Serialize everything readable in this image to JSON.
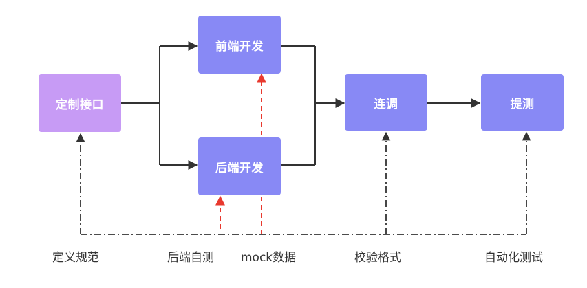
{
  "diagram": {
    "nodes": {
      "define_interface": "定制接口",
      "frontend_dev": "前端开发",
      "backend_dev": "后端开发",
      "integration": "连调",
      "testing": "提测"
    },
    "labels": {
      "define_spec": "定义规范",
      "backend_selftest": "后端自测",
      "mock_data": "mock数据",
      "validate_format": "校验格式",
      "automated_test": "自动化测试"
    },
    "colors": {
      "start_node": "#c79bf5",
      "process_node": "#8889f5",
      "solid_arrow": "#333333",
      "dash_dot_line": "#333333",
      "red_dashed_arrow": "#e8392e"
    }
  }
}
